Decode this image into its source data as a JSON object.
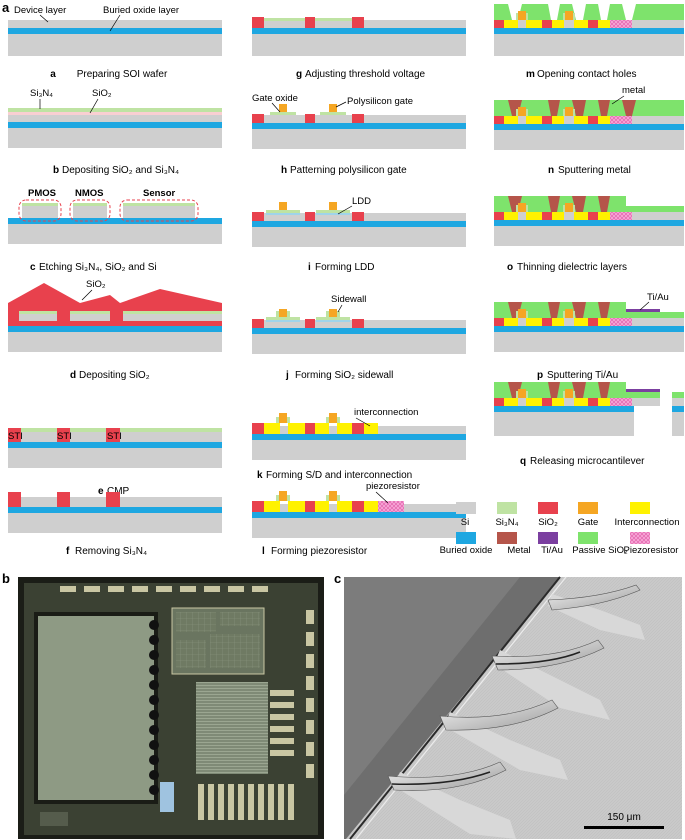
{
  "panels": {
    "a": "a",
    "b": "b",
    "c": "c"
  },
  "colors": {
    "si": "#cfcfcf",
    "si3n4": "#bfe3a3",
    "sio2": "#e8414d",
    "gate": "#f5a623",
    "interconnection": "#fff200",
    "buried_oxide": "#1ea7e1",
    "metal": "#b5554a",
    "tiau": "#7b3fa0",
    "passive_sio2": "#7ee36c",
    "piezoresistor": "#f7a6d6"
  },
  "steps": [
    {
      "letter": "a",
      "caption": "Preparing SOI wafer"
    },
    {
      "letter": "b",
      "caption": "Depositing SiO₂ and Si₃N₄"
    },
    {
      "letter": "c",
      "caption": "Etching Si₃N₄, SiO₂ and Si"
    },
    {
      "letter": "d",
      "caption": "Depositing SiO₂"
    },
    {
      "letter": "e",
      "caption": "CMP"
    },
    {
      "letter": "f",
      "caption": "Removing Si₃N₄"
    },
    {
      "letter": "g",
      "caption": "Adjusting threshold voltage"
    },
    {
      "letter": "h",
      "caption": "Patterning polysilicon gate"
    },
    {
      "letter": "i",
      "caption": "Forming LDD"
    },
    {
      "letter": "j",
      "caption": "Forming SiO₂ sidewall"
    },
    {
      "letter": "k",
      "caption": "Forming S/D and interconnection"
    },
    {
      "letter": "l",
      "caption": "Forming piezoresistor"
    },
    {
      "letter": "m",
      "caption": "Opening contact holes"
    },
    {
      "letter": "n",
      "caption": "Sputtering metal"
    },
    {
      "letter": "o",
      "caption": "Thinning dielectric layers"
    },
    {
      "letter": "p",
      "caption": "Sputtering Ti/Au"
    },
    {
      "letter": "q",
      "caption": "Releasing microcantilever"
    }
  ],
  "labels": {
    "device_layer": "Device layer",
    "buried_oxide_layer": "Buried oxide layer",
    "si3n4": "Si₃N₄",
    "sio2": "SiO₂",
    "pmos": "PMOS",
    "nmos": "NMOS",
    "sensor": "Sensor",
    "sio2_d": "SiO₂",
    "sti": "STI",
    "gate_oxide": "Gate oxide",
    "polysilicon_gate": "Polysilicon gate",
    "ldd": "LDD",
    "sidewall": "Sidewall",
    "interconnection": "interconnection",
    "piezoresistor": "piezoresistor",
    "metal": "metal",
    "tiau": "Ti/Au"
  },
  "legend": [
    {
      "name": "Si",
      "color": "#cfcfcf"
    },
    {
      "name": "Si₃N₄",
      "color": "#bfe3a3"
    },
    {
      "name": "SiO₂",
      "color": "#e8414d"
    },
    {
      "name": "Gate",
      "color": "#f5a623"
    },
    {
      "name": "Interconnection",
      "color": "#fff200"
    },
    {
      "name": "Buried oxide",
      "color": "#1ea7e1"
    },
    {
      "name": "Metal",
      "color": "#b5554a"
    },
    {
      "name": "Ti/Au",
      "color": "#7b3fa0"
    },
    {
      "name": "Passive SiO₂",
      "color": "#7ee36c"
    },
    {
      "name": "Piezoresistor",
      "color": "#f7a6d6"
    }
  ],
  "scale_bar": "150 μm"
}
